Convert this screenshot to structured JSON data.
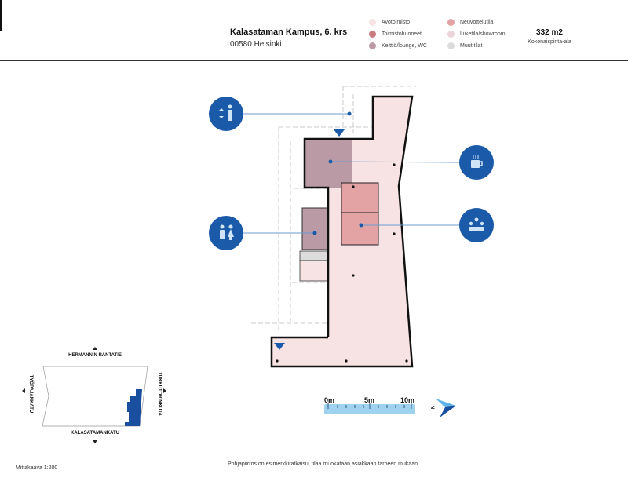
{
  "header": {
    "title": "Kalasataman Kampus, 6. krs",
    "address": "00580 Helsinki",
    "area_value": "332 m2",
    "area_label": "Kokonaispinta-ala"
  },
  "legend": [
    {
      "label": "Avotoimisto",
      "color": "#f7e3e3"
    },
    {
      "label": "Toimistohuoneet",
      "color": "#c97c80"
    },
    {
      "label": "Keittiö/lounge, WC",
      "color": "#b99aa5"
    },
    {
      "label": "Neuvottelutila",
      "color": "#e3a3a5"
    },
    {
      "label": "Liiketila/showroom",
      "color": "#ecd5da"
    },
    {
      "label": "Muut tilat",
      "color": "#dcdcdc"
    }
  ],
  "map": {
    "street_north": "HERMANNIN RANTATIE",
    "street_south": "KALASATAMANKATU",
    "street_west": "TYÖPAJANKATU",
    "street_east": "TUKKUTORINKUJA"
  },
  "scale_bar": {
    "labels": [
      "0m",
      "5m",
      "10m"
    ],
    "north_label": "N"
  },
  "icons": [
    "elevator-icon",
    "coffee-icon",
    "restroom-icon",
    "meeting-icon"
  ],
  "colors": {
    "accent": "#1a5aa8",
    "scale": "#9fd2ef"
  },
  "footer": {
    "scale": "Mittakaava 1:200",
    "note": "Pohjapiirros on esimerkkiratkaisu, tilaa muokataan asiakkaan tarpeen mukaan"
  }
}
